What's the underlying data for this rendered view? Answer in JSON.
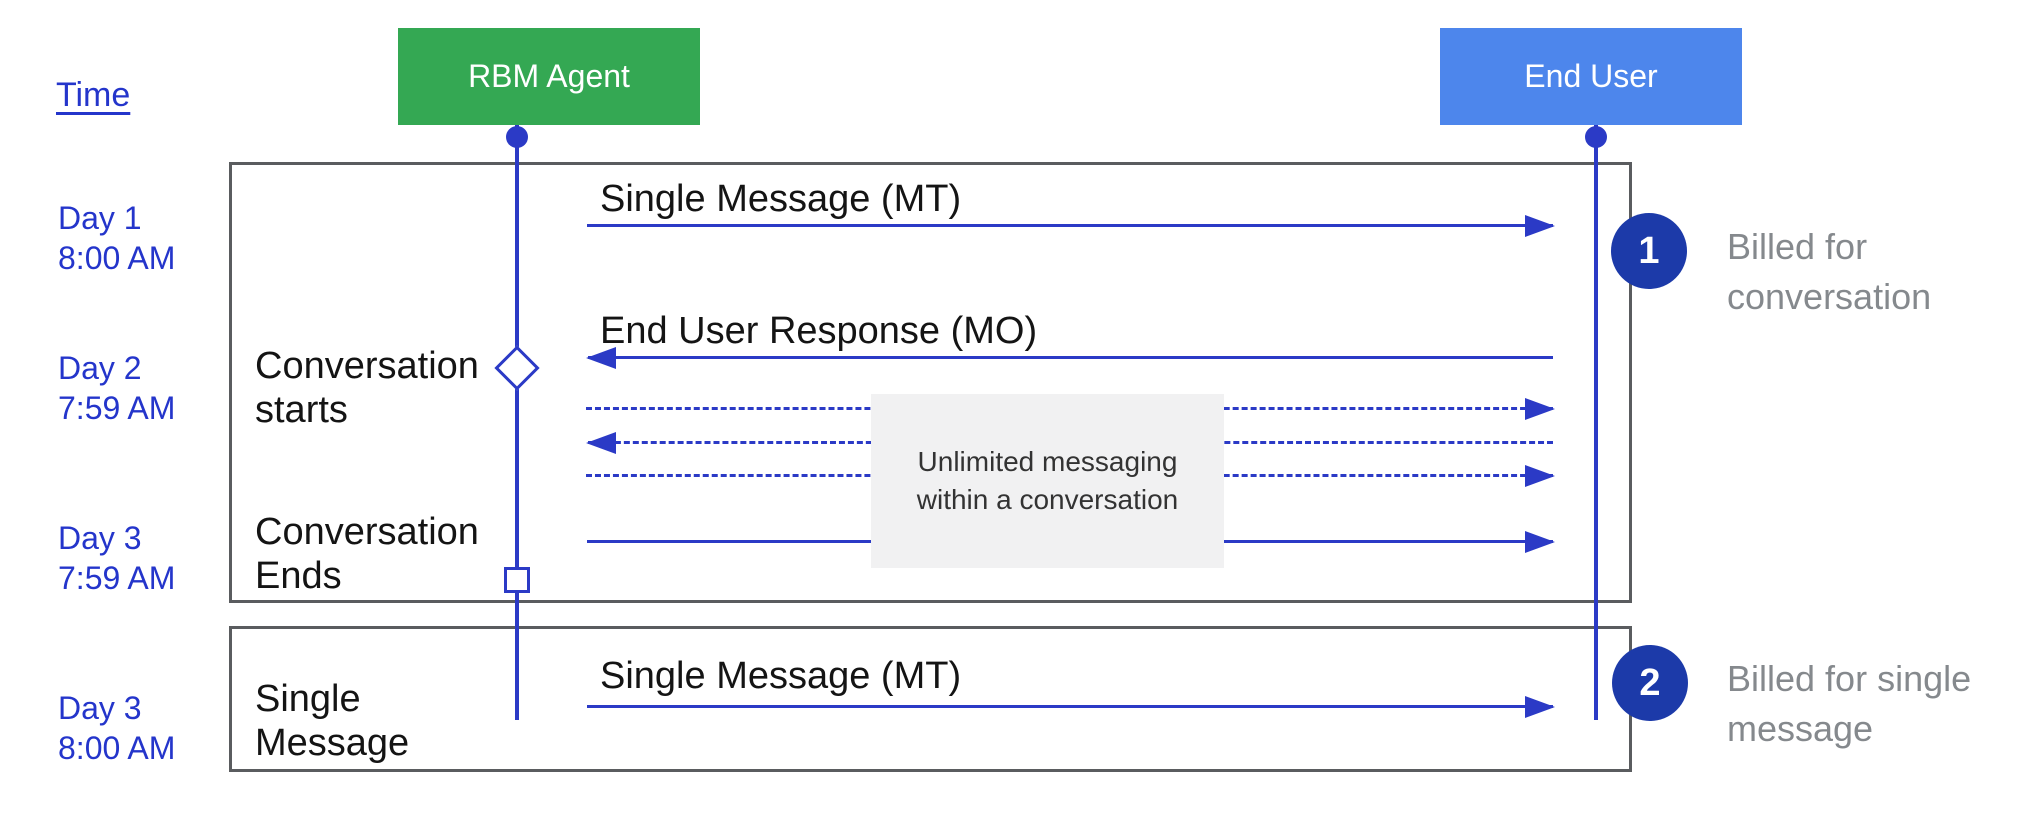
{
  "colors": {
    "agent_box_green": "#34A853",
    "end_user_box_blue": "#4D86EC",
    "line_blue": "#2B3AC6",
    "badge_navy": "#1C3AA9",
    "frame_border_gray": "#5A5C5F",
    "note_background": "#F1F1F2",
    "billed_text_gray": "#85898D",
    "timeline_text_blue": "#2435CB"
  },
  "header": {
    "time_label": "Time",
    "agent_label": "RBM Agent",
    "end_user_label": "End User"
  },
  "timeline": [
    {
      "day": "Day 1",
      "time": "8:00 AM"
    },
    {
      "day": "Day 2",
      "time": "7:59 AM"
    },
    {
      "day": "Day 3",
      "time": "7:59 AM"
    },
    {
      "day": "Day 3",
      "time": "8:00 AM"
    }
  ],
  "conversation": {
    "mt_message": "Single Message (MT)",
    "mo_message": "End User Response (MO)",
    "starts_label": "Conversation\nstarts",
    "ends_label": "Conversation\nEnds",
    "note": "Unlimited messaging\nwithin a conversation",
    "start_marker": "diamond-marker",
    "end_marker": "square-marker"
  },
  "single_message_box": {
    "label": "Single\nMessage",
    "mt_message": "Single Message (MT)"
  },
  "annotations": [
    {
      "number": "1",
      "text": "Billed for\nconversation"
    },
    {
      "number": "2",
      "text": "Billed for single\nmessage"
    }
  ]
}
